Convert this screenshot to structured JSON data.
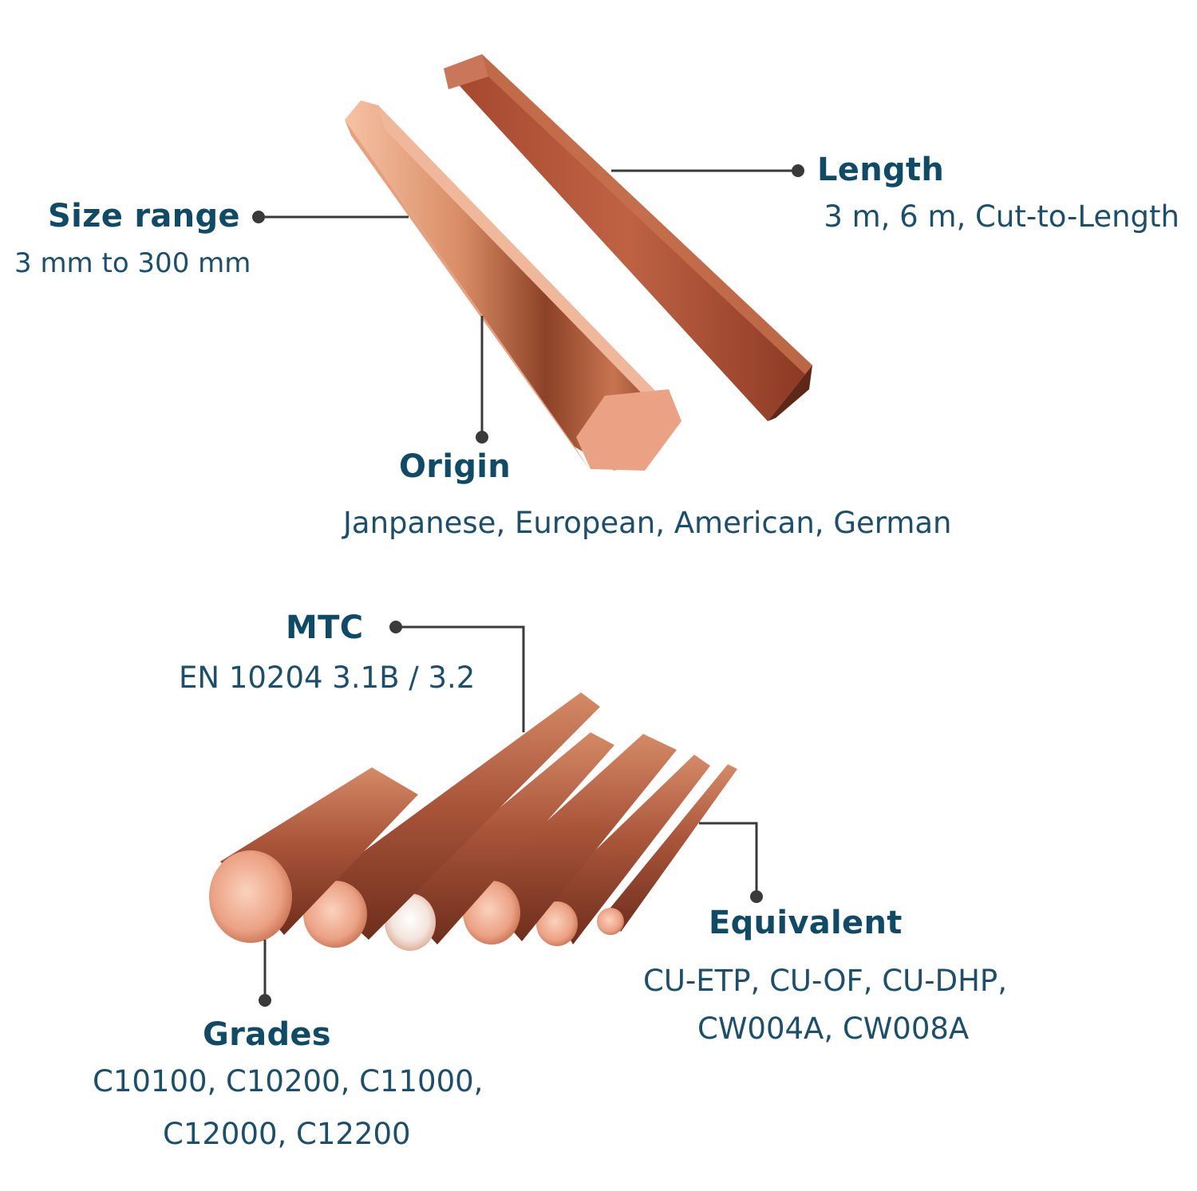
{
  "callouts": {
    "size_range": {
      "title": "Size range",
      "value": "3 mm to 300 mm"
    },
    "length": {
      "title": "Length",
      "value": "3 m, 6 m, Cut-to-Length"
    },
    "origin": {
      "title": "Origin",
      "value": "Janpanese, European, American, German"
    },
    "mtc": {
      "title": "MTC",
      "value": "EN 10204 3.1B / 3.2"
    },
    "equivalent": {
      "title": "Equivalent",
      "value_line1": "CU-ETP, CU-OF, CU-DHP,",
      "value_line2": "CW004A, CW008A"
    },
    "grades": {
      "title": "Grades",
      "value_line1": "C10100, C10200, C11000,",
      "value_line2": "C12000, C12200"
    }
  },
  "colors": {
    "text": "#0f4a66",
    "connector": "#3a3a3a",
    "copper_light": "#f2b08e",
    "copper_mid": "#c0704e",
    "copper_dark": "#7a3420"
  }
}
